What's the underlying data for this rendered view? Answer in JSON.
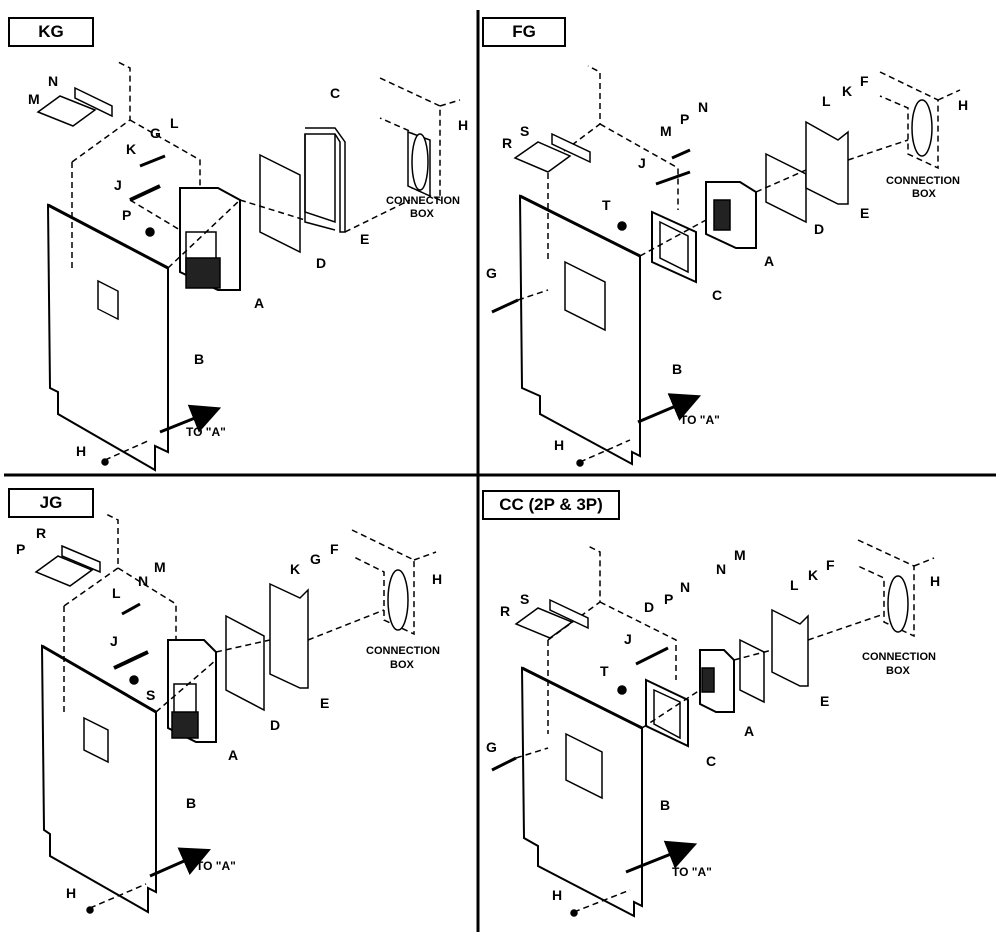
{
  "quadrants": [
    {
      "title": "KG",
      "labels": {
        "A": "A",
        "B": "B",
        "C": "C",
        "D": "D",
        "E": "E",
        "G": "G",
        "H": "H",
        "J": "J",
        "K": "K",
        "L": "L",
        "M": "M",
        "N": "N",
        "P": "P"
      },
      "connection_box": [
        "CONNECTION",
        "BOX"
      ],
      "to_a": "TO \"A\""
    },
    {
      "title": "FG",
      "labels": {
        "A": "A",
        "B": "B",
        "C": "C",
        "D": "D",
        "E": "E",
        "F": "F",
        "G": "G",
        "H": "H",
        "J": "J",
        "K": "K",
        "L": "L",
        "M": "M",
        "N": "N",
        "P": "P",
        "R": "R",
        "S": "S",
        "T": "T"
      },
      "connection_box": [
        "CONNECTION",
        "BOX"
      ],
      "to_a": "TO \"A\""
    },
    {
      "title": "JG",
      "labels": {
        "A": "A",
        "B": "B",
        "D": "D",
        "E": "E",
        "F": "F",
        "G": "G",
        "H": "H",
        "J": "J",
        "K": "K",
        "L": "L",
        "M": "M",
        "N": "N",
        "P": "P",
        "R": "R",
        "S": "S"
      },
      "connection_box": [
        "CONNECTION",
        "BOX"
      ],
      "to_a": "TO \"A\""
    },
    {
      "title": "CC (2P & 3P)",
      "labels": {
        "A": "A",
        "B": "B",
        "C": "C",
        "D": "D",
        "E": "E",
        "F": "F",
        "G": "G",
        "H": "H",
        "J": "J",
        "K": "K",
        "L": "L",
        "M": "M",
        "N": "N",
        "P": "P",
        "R": "R",
        "S": "S",
        "T": "T"
      },
      "connection_box": [
        "CONNECTION",
        "BOX"
      ],
      "to_a": "TO \"A\""
    }
  ]
}
